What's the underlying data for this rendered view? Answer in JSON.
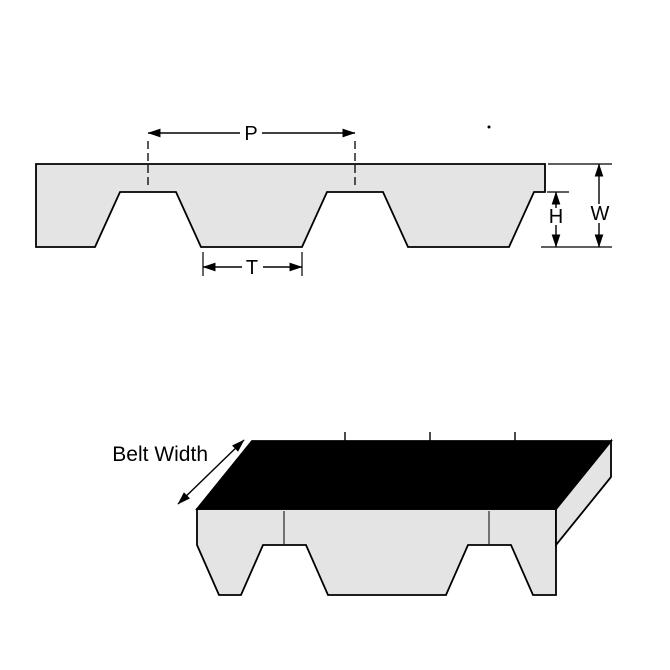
{
  "colors": {
    "background": "#ffffff",
    "outline": "#000000",
    "belt_fill": "#e4e4e4",
    "top_face_fill": "#000000"
  },
  "profile_view": {
    "pitch_label": "P",
    "tooth_width_label": "T",
    "tooth_height_label": "H",
    "belt_thickness_label": "W"
  },
  "perspective_view": {
    "belt_width_label": "Belt Width"
  }
}
